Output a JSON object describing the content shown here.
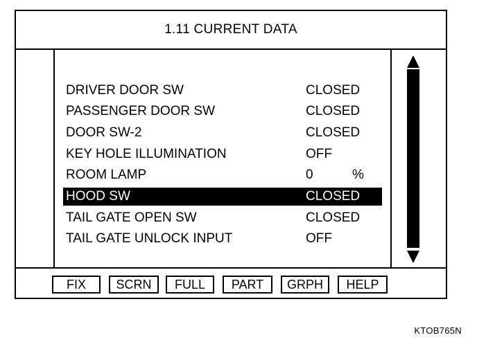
{
  "header": {
    "title": "1.11 CURRENT DATA"
  },
  "data_list": {
    "rows": [
      {
        "label": "DRIVER DOOR SW",
        "value": "CLOSED",
        "unit": ""
      },
      {
        "label": "PASSENGER DOOR SW",
        "value": "CLOSED",
        "unit": ""
      },
      {
        "label": "DOOR SW-2",
        "value": "CLOSED",
        "unit": ""
      },
      {
        "label": "KEY HOLE ILLUMINATION",
        "value": "OFF",
        "unit": ""
      },
      {
        "label": "ROOM LAMP",
        "value": "0",
        "unit": "%"
      },
      {
        "label": "HOOD SW",
        "value": "CLOSED",
        "unit": ""
      },
      {
        "label": "TAIL GATE OPEN SW",
        "value": "CLOSED",
        "unit": ""
      },
      {
        "label": "TAIL GATE UNLOCK INPUT",
        "value": "OFF",
        "unit": ""
      }
    ],
    "selected_index": 5
  },
  "scrollbar": {
    "up_icon": "triangle-up-icon",
    "down_icon": "triangle-down-icon"
  },
  "toolbar": {
    "buttons": [
      {
        "label": "FIX"
      },
      {
        "label": "SCRN"
      },
      {
        "label": "FULL"
      },
      {
        "label": "PART"
      },
      {
        "label": "GRPH"
      },
      {
        "label": "HELP"
      }
    ]
  },
  "figure_code": "KTOB765N"
}
